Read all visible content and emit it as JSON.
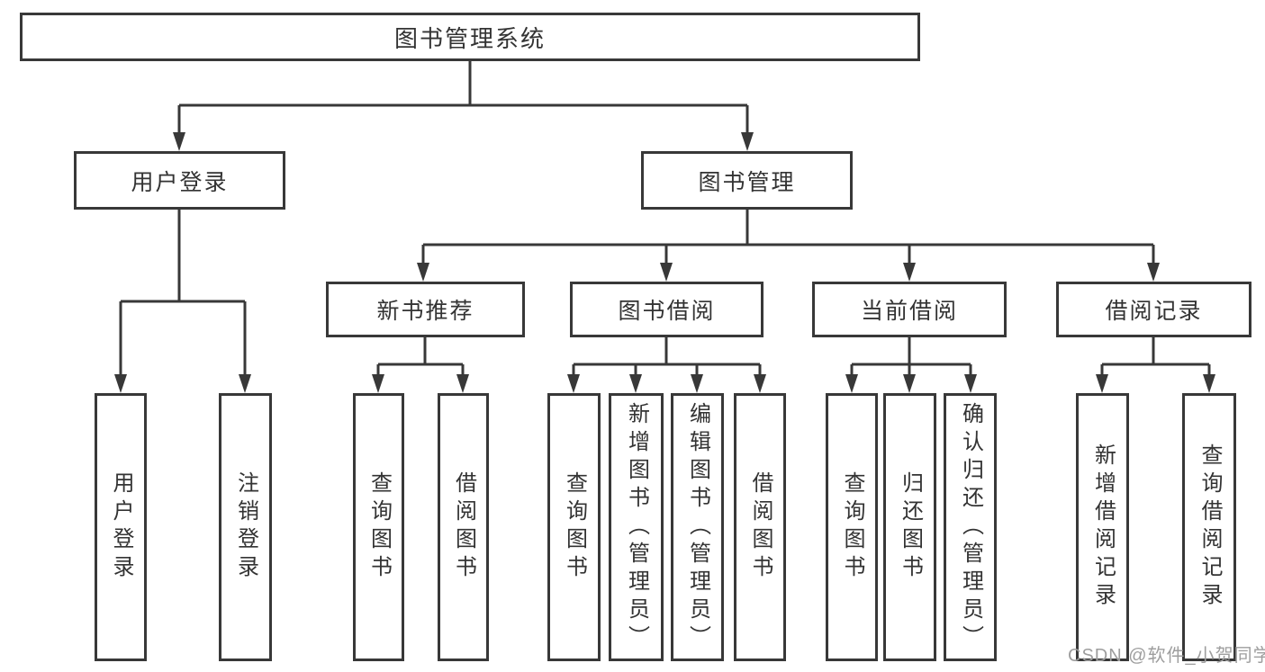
{
  "diagram": {
    "root": {
      "label": "图书管理系统"
    },
    "level2": [
      {
        "label": "用户登录",
        "children": [
          {
            "label": "用户登录"
          },
          {
            "label": "注销登录"
          }
        ]
      },
      {
        "label": "图书管理",
        "children": [
          {
            "label": "新书推荐",
            "children": [
              {
                "label": "查询图书"
              },
              {
                "label": "借阅图书"
              }
            ]
          },
          {
            "label": "图书借阅",
            "children": [
              {
                "label": "查询图书"
              },
              {
                "label": "新增图书（管理员）"
              },
              {
                "label": "编辑图书（管理员）"
              },
              {
                "label": "借阅图书"
              }
            ]
          },
          {
            "label": "当前借阅",
            "children": [
              {
                "label": "查询图书"
              },
              {
                "label": "归还图书"
              },
              {
                "label": "确认归还（管理员）"
              }
            ]
          },
          {
            "label": "借阅记录",
            "children": [
              {
                "label": "新增借阅记录"
              },
              {
                "label": "查询借阅记录"
              }
            ]
          }
        ]
      }
    ]
  },
  "watermark": {
    "text": "CSDN @软件_小贺同学"
  },
  "colors": {
    "line": "#383838",
    "text": "#333333",
    "watermark": "#9e9e9e"
  }
}
